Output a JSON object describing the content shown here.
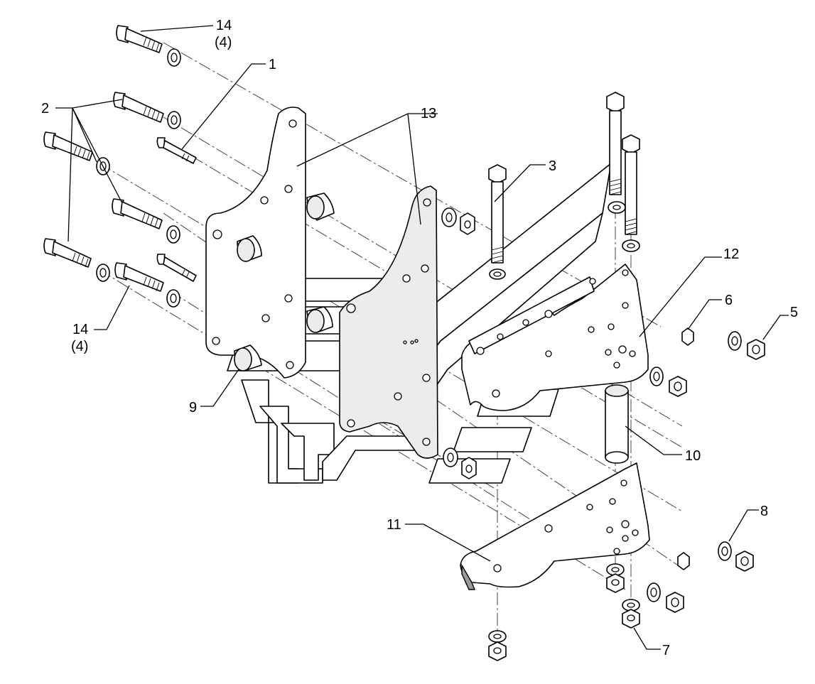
{
  "labels": {
    "p1": "1",
    "p2": "2",
    "p3": "3",
    "p5": "5",
    "p6": "6",
    "p7": "7",
    "p8": "8",
    "p9": "9",
    "p10": "10",
    "p11": "11",
    "p12": "12",
    "p13": "13",
    "p14_top": "14",
    "p14_top_qty": "(4)",
    "p14_bot": "14",
    "p14_bot_qty": "(4)"
  },
  "colors": {
    "line": "#000000",
    "fill": "#ffffff",
    "shade": "#9a9a9a"
  }
}
